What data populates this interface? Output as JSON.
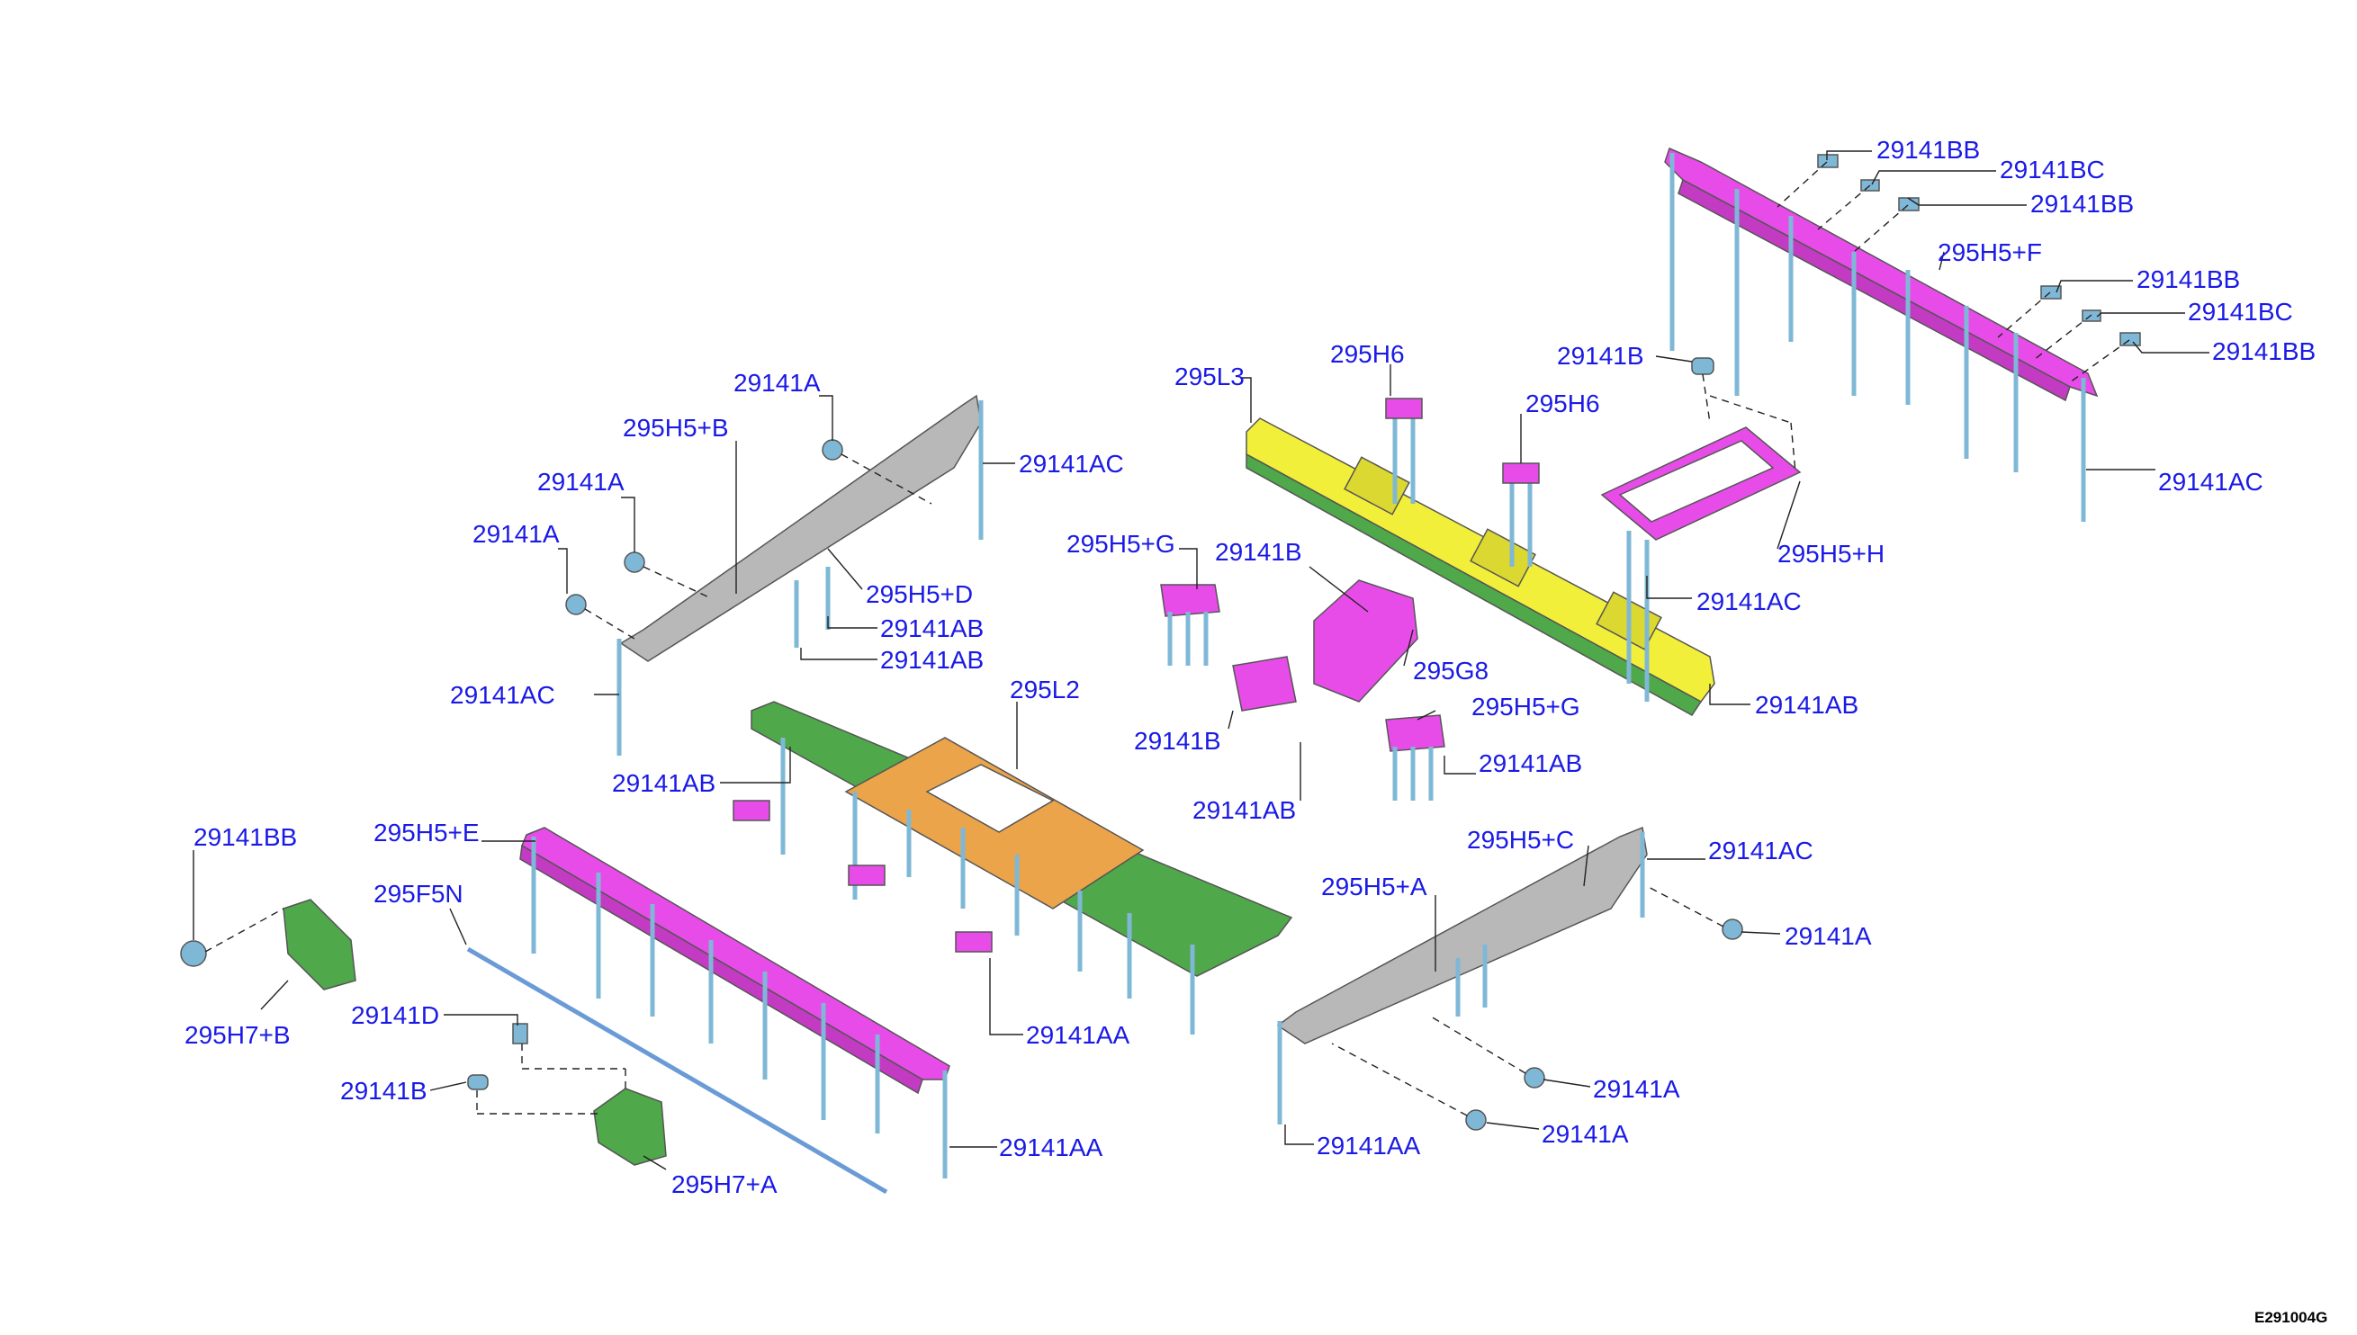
{
  "labels": {
    "l_29141BB_1": "29141BB",
    "l_29141BC_1": "29141BC",
    "l_29141BB_2": "29141BB",
    "l_295H5F": "295H5+F",
    "l_29141BB_3": "29141BB",
    "l_29141BC_2": "29141BC",
    "l_29141BB_4": "29141BB",
    "l_29141AC_top": "29141AC",
    "l_29141B_top": "29141B",
    "l_295H6_1": "295H6",
    "l_295H6_2": "295H6",
    "l_295L3": "295L3",
    "l_295H5H": "295H5+H",
    "l_29141AC_mid": "29141AC",
    "l_29141AB_right": "29141AB",
    "l_29141A_1": "29141A",
    "l_295H5B": "295H5+B",
    "l_29141A_2": "29141A",
    "l_29141A_3": "29141A",
    "l_29141AC_left": "29141AC",
    "l_295H5D": "295H5+D",
    "l_29141AB_1": "29141AB",
    "l_29141AB_2": "29141AB",
    "l_29141AC_leftfar": "29141AC",
    "l_295L2": "295L2",
    "l_295H5G_1": "295H5+G",
    "l_29141B_mid": "29141B",
    "l_295G8": "295G8",
    "l_29141B_low": "29141B",
    "l_295H5G_2": "295H5+G",
    "l_29141AB_3": "29141AB",
    "l_29141AB_4": "29141AB",
    "l_29141AB_5": "29141AB",
    "l_29141BB_left": "29141BB",
    "l_295H5E": "295H5+E",
    "l_295F5N": "295F5N",
    "l_295H7B": "295H7+B",
    "l_29141D": "29141D",
    "l_29141B_left": "29141B",
    "l_295H7A": "295H7+A",
    "l_29141AA_1": "29141AA",
    "l_29141AA_2": "29141AA",
    "l_295H5C": "295H5+C",
    "l_29141AC_right": "29141AC",
    "l_295H5A": "295H5+A",
    "l_29141A_r1": "29141A",
    "l_29141A_r2": "29141A",
    "l_29141A_r3": "29141A",
    "l_29141AA_3": "29141AA"
  },
  "figure_code": "E291004G",
  "colors": {
    "label": "#1a1ae6",
    "magenta_part": "#e84ce8",
    "yellow_part": "#f2ef3a",
    "green_part": "#4fa84a",
    "orange_part": "#eba44a",
    "grey_part": "#b8b8b8",
    "stud": "#7fb8d6",
    "background": "#ffffff"
  }
}
